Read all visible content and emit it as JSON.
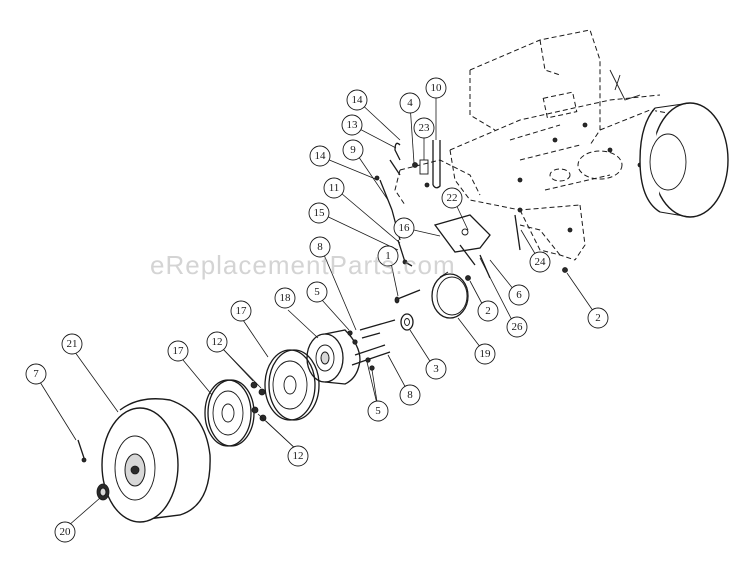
{
  "watermark": "eReplacementParts.com",
  "callouts": [
    {
      "id": "c21",
      "label": "21"
    },
    {
      "id": "c7",
      "label": "7"
    },
    {
      "id": "c20",
      "label": "20"
    },
    {
      "id": "c17a",
      "label": "17"
    },
    {
      "id": "c17b",
      "label": "17"
    },
    {
      "id": "c12a",
      "label": "12"
    },
    {
      "id": "c12b",
      "label": "12"
    },
    {
      "id": "c18",
      "label": "18"
    },
    {
      "id": "c5a",
      "label": "5"
    },
    {
      "id": "c5b",
      "label": "5"
    },
    {
      "id": "c8a",
      "label": "8"
    },
    {
      "id": "c8b",
      "label": "8"
    },
    {
      "id": "c1",
      "label": "1"
    },
    {
      "id": "c3",
      "label": "3"
    },
    {
      "id": "c19",
      "label": "19"
    },
    {
      "id": "c2a",
      "label": "2"
    },
    {
      "id": "c2b",
      "label": "2"
    },
    {
      "id": "c26",
      "label": "26"
    },
    {
      "id": "c6",
      "label": "6"
    },
    {
      "id": "c24",
      "label": "24"
    },
    {
      "id": "c22",
      "label": "22"
    },
    {
      "id": "c16",
      "label": "16"
    },
    {
      "id": "c15",
      "label": "15"
    },
    {
      "id": "c11",
      "label": "11"
    },
    {
      "id": "c14a",
      "label": "14"
    },
    {
      "id": "c14b",
      "label": "14"
    },
    {
      "id": "c9",
      "label": "9"
    },
    {
      "id": "c13",
      "label": "13"
    },
    {
      "id": "c4",
      "label": "4"
    },
    {
      "id": "c10",
      "label": "10"
    },
    {
      "id": "c23",
      "label": "23"
    }
  ]
}
